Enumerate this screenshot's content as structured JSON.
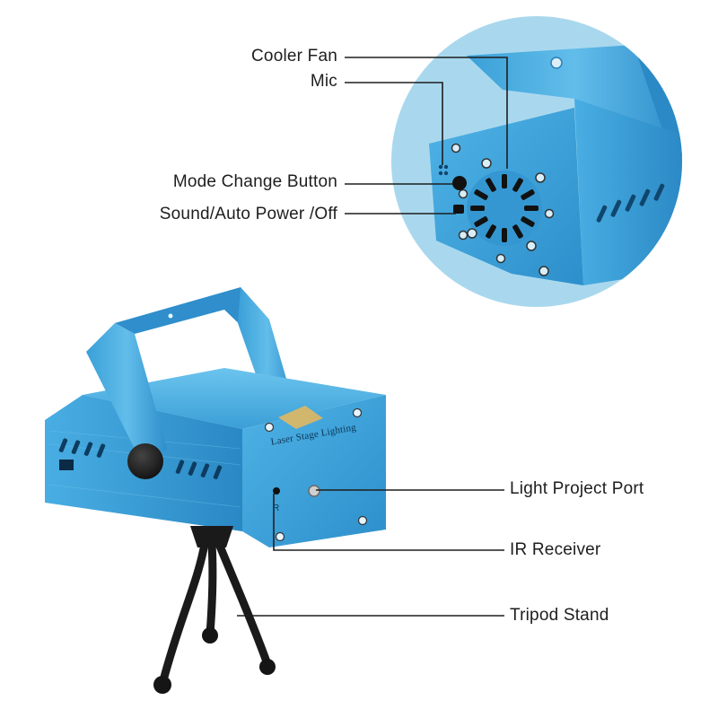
{
  "callouts": {
    "cooler_fan": "Cooler Fan",
    "mic": "Mic",
    "mode_change_button": "Mode Change Button",
    "sound_auto_power_off": "Sound/Auto Power /Off",
    "light_project_port": "Light Project Port",
    "ir_receiver": "IR Receiver",
    "tripod_stand": "Tripod Stand"
  },
  "device": {
    "front_label": "Laser Stage Lighting",
    "ir_mark": "R"
  },
  "colors": {
    "body_blue": "#3a9fd6",
    "body_light": "#63bdea",
    "body_dark": "#1c6fa6",
    "zoom_circle": "#a9d8ee",
    "leader_line": "#1e1e1e",
    "label_text": "#1e1e1e"
  }
}
